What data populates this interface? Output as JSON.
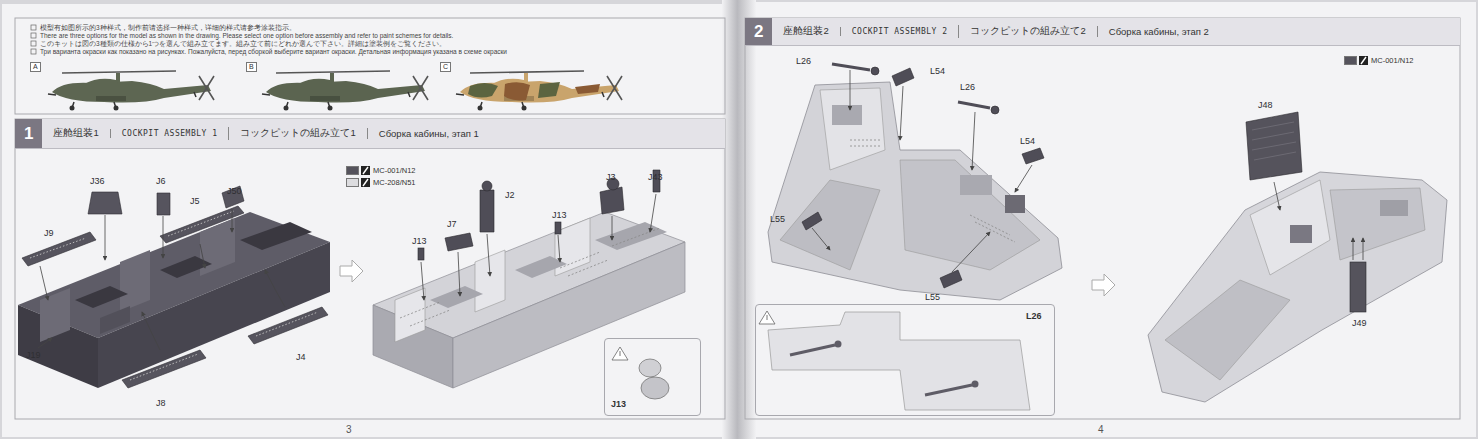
{
  "diagram": {
    "nodes": [
      {
        "text": [
          "1",
          "座舱组装1",
          "COCKPIT ASSEMBLY 1",
          "コックピットの組み立て1",
          "Сборка кабины, этап 1"
        ]
      },
      {
        "text": [
          "2",
          "座舱组装2",
          "COCKPIT ASSEMBLY 2",
          "コックピットの組み立て2",
          "Сборка кабины, этап 2"
        ]
      },
      {
        "text": [
          "J13"
        ]
      },
      {
        "text": [
          "L26"
        ]
      }
    ],
    "labels": [
      "A",
      "B",
      "C",
      "模型有如图所示的3种样式，制作前请选择一种样式，详细的样式请参考涂装指示。",
      "There are three options for the model as shown in the drawing. Please select one option before assembly and refer to paint schemes for details.",
      "このキットは図の3種類の仕様から1つを選んで組み立てます。組み立て前にどれか選んで下さい。詳細は塗装例をご覧ください。",
      "Три варианта окраски как показано на рисунках. Пожалуйста, перед сборкой выберите вариант окраски. Детальная информация указана в схеме окраски",
      "J36",
      "J6",
      "J5",
      "J50",
      "J9",
      "J19",
      "J8",
      "J4",
      "J7",
      "J2",
      "J13",
      "J13",
      "J3",
      "J43",
      "3",
      "L26",
      "L54",
      "L26",
      "L54",
      "L55",
      "L55",
      "J48",
      "J49",
      "4"
    ],
    "legend": [
      {
        "text": "MC-001/N12",
        "color": "#55535c"
      },
      {
        "text": "MC-208/N51",
        "color": "#dcdcdf"
      },
      {
        "text": "MC-001/N12",
        "color": "#55535c"
      }
    ]
  }
}
